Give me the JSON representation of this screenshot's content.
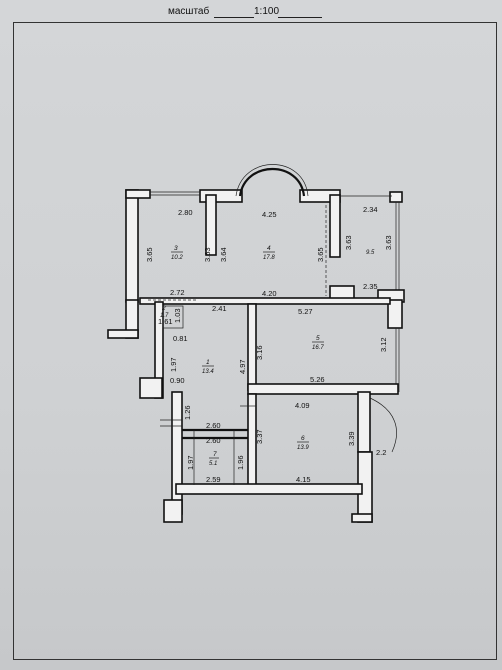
{
  "header": {
    "scale_label": "масштаб",
    "scale_value": "1:100"
  },
  "rooms": [
    {
      "number": "1",
      "area": "13.4"
    },
    {
      "number": "2",
      "area": "1.7"
    },
    {
      "number": "3",
      "area": "10.2"
    },
    {
      "number": "4",
      "area": "17.8"
    },
    {
      "number": "5",
      "area": "16.7"
    },
    {
      "number": "6",
      "area": "13.9"
    },
    {
      "number": "7",
      "area": "5.1"
    },
    {
      "number": "",
      "area": "9.5"
    }
  ],
  "dimensions": [
    "2.80",
    "4.25",
    "2.34",
    "3.65",
    "3.63",
    "3.64",
    "3.65",
    "3.63",
    "3.63",
    "2.72",
    "2.41",
    "4.20",
    "2.35",
    "1.03",
    "1.61",
    "5.27",
    "0.81",
    "3.16",
    "3.12",
    "4.97",
    "1.97",
    "0.90",
    "5.26",
    "1.26",
    "4.09",
    "2.60",
    "3.37",
    "2.60",
    "3.39",
    "2.2",
    "1.97",
    "1.96",
    "2.59",
    "4.15"
  ]
}
